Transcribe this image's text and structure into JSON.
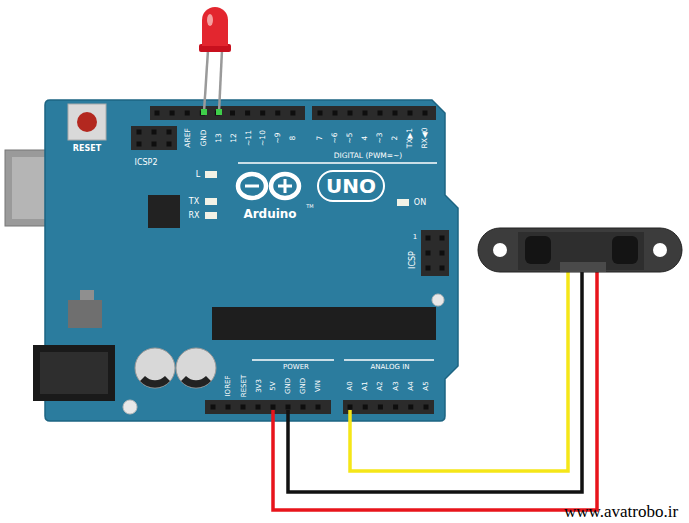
{
  "diagram": {
    "labels": [
      "RESET",
      "ICSP2",
      "AREF",
      "GND",
      "13",
      "12",
      "~11",
      "~10",
      "~9",
      "8",
      "7",
      "~6",
      "~5",
      "4",
      "~3",
      "2",
      "TX▶1",
      "RX◀0",
      "DIGITAL (PWM=~)",
      "L",
      "TX",
      "RX",
      "Arduino",
      "TM",
      "UNO",
      "ON",
      "1",
      "ICSP",
      "IOREF",
      "RESET",
      "3V3",
      "5V",
      "GND",
      "GND",
      "VIN",
      "POWER",
      "ANALOG IN",
      "A0",
      "A1",
      "A2",
      "A3",
      "A4",
      "A5",
      "www.avatrobo.ir"
    ]
  }
}
